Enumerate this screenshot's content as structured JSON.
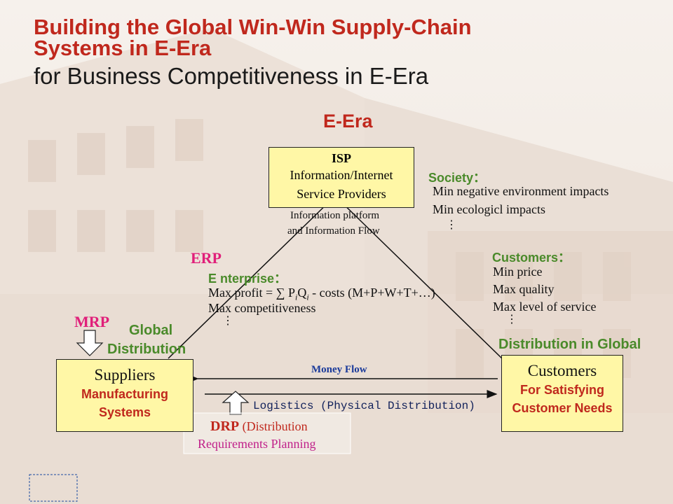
{
  "title": {
    "line1": "Building the Global Win-Win Supply-Chain",
    "line2": "Systems in E-Era",
    "line3": "for Business Competitiveness in E-Era"
  },
  "era_label": "E-Era",
  "isp_box": {
    "heading": "ISP",
    "line1": "Information/Internet",
    "line2": "Service Providers"
  },
  "info_platform": {
    "line1": "Information platform",
    "line2": "and Information Flow"
  },
  "society": {
    "label": "Society：",
    "items": [
      "Min negative environment impacts",
      "Min ecologicl impacts"
    ],
    "ellipsis": "⋮"
  },
  "erp_label": "ERP",
  "enterprise": {
    "label": "E nterprise：",
    "profit_prefix": "Max profit = ",
    "profit_sum": "∑ P",
    "sub_i1": "i",
    "profit_q": "Q",
    "sub_i2": "i",
    "profit_suffix": " - costs (M+P+W+T+…)",
    "competitiveness": "Max competitiveness",
    "ellipsis": "⋮"
  },
  "customers_goals": {
    "label": "Customers：",
    "items": [
      "Min price",
      "Max quality",
      "Max level of service"
    ],
    "ellipsis": "⋮"
  },
  "mrp_label": "MRP",
  "global_distribution": {
    "line1": "Global",
    "line2": "Distribution"
  },
  "distribution_in_global": "Distribution in Global",
  "suppliers_box": {
    "heading": "Suppliers",
    "line1": "Manufacturing",
    "line2": "Systems"
  },
  "customers_box": {
    "heading": "Customers",
    "line1": "For Satisfying",
    "line2": "Customer Needs"
  },
  "money_flow": "Money Flow",
  "logistics": "Logistics (Physical Distribution)",
  "drp": {
    "label": "DRP",
    "paren": " (Distribution",
    "line2": "Requirements Planning"
  },
  "colors": {
    "title_red": "#c0281d",
    "box_fill": "#fff7a6",
    "green": "#4a8a2a",
    "pink": "#e0207a",
    "blue": "#1a3a9a"
  }
}
